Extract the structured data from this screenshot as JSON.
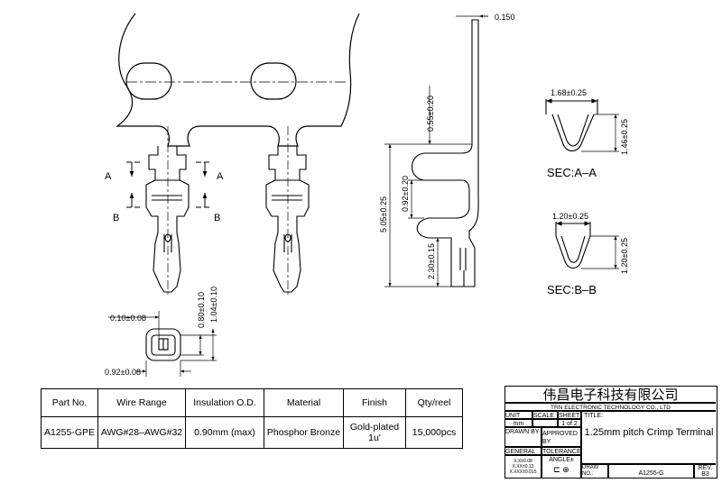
{
  "dims": {
    "thickness": "0.150",
    "width_a": "1.68±0.25",
    "height_a": "1.46±0.25",
    "width_b": "1.20±0.25",
    "height_b": "1.20±0.25",
    "dim_055": "0.55±0.20",
    "dim_092v": "0.92±0.20",
    "dim_505": "5.05±0.25",
    "dim_230": "2.30±0.15",
    "dim_010": "0.10±0.08",
    "dim_080": "0.80±0.10",
    "dim_104": "1.04±0.10",
    "dim_092h": "0.92±0.08"
  },
  "section_labels": {
    "a": "SEC:A–A",
    "b": "SEC:B–B"
  },
  "markers": {
    "a": "A",
    "b": "B"
  },
  "table": {
    "headers": [
      "Part No.",
      "Wire Range",
      "Insulation O.D.",
      "Material",
      "Finish",
      "Qty/reel"
    ],
    "row": [
      "A1255-GPE",
      "AWG#28–AWG#32",
      "0.90mm  (max)",
      "Phosphor Bronze",
      "Gold-plated 1u'",
      "15,000pcs"
    ]
  },
  "title_block": {
    "company_cn": "伟昌电子科技有限公司",
    "company_en": "TRN  ELECTRONIC  TECHNOLOGY  CO.,  LTD",
    "unit": "UNIT",
    "scale": "SCALE",
    "sheet": "SHEET",
    "title_label": "TITLE:",
    "unit_value": "mm",
    "sheet_value": "1  of  2",
    "drawn_by": "DRAWN BY",
    "approved_by": "APPROVED BY",
    "title": "1.25mm pitch Crimp Terminal",
    "general": "GENERAL",
    "tolerance": "TOLERANCE",
    "angle": "ANGLE±",
    "tol_1": "X.X±0.08",
    "tol_2": "X.XX±0.13",
    "tol_3": "X.XXX±0.015",
    "draw_no_label": "DRAW NO.:",
    "draw_no": "A1255-G",
    "rev_label": "REV.",
    "rev": "B3"
  }
}
